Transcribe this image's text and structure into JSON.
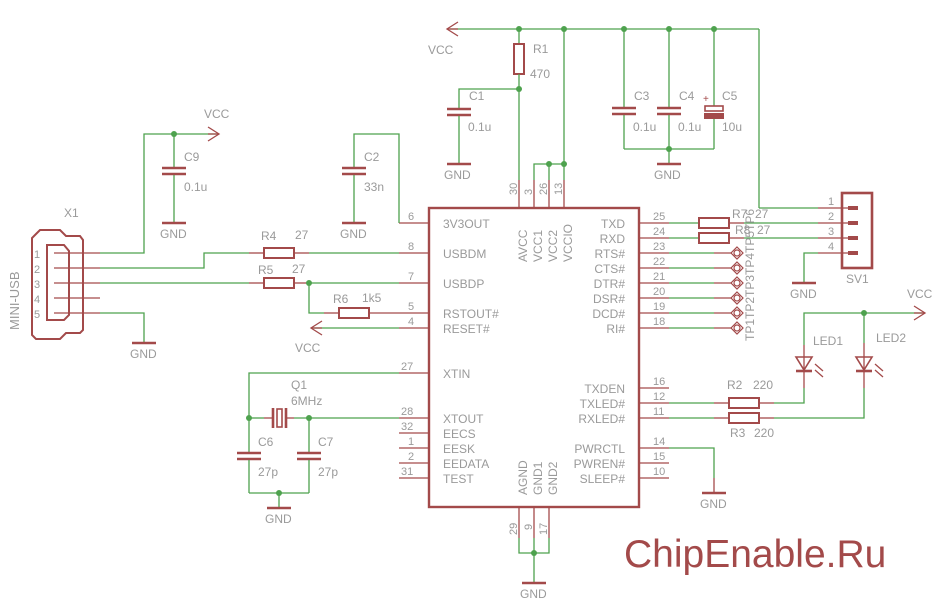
{
  "title": "FT232RL USB-UART adapter schematic",
  "watermark": "ChipEnable.Ru",
  "colors": {
    "wire": "#4ea24e",
    "part": "#a34a4a",
    "text": "#9a9a9a"
  },
  "nets": {
    "vcc": "VCC",
    "gnd": "GND"
  },
  "connector_x1": {
    "name": "X1",
    "type": "MINI-USB",
    "pins": [
      "1",
      "2",
      "3",
      "4",
      "5"
    ]
  },
  "ic": {
    "left_pins": [
      {
        "num": "6",
        "name": "3V3OUT"
      },
      {
        "num": "8",
        "name": "USBDM"
      },
      {
        "num": "7",
        "name": "USBDP"
      },
      {
        "num": "5",
        "name": "RSTOUT#"
      },
      {
        "num": "4",
        "name": "RESET#"
      },
      {
        "num": "27",
        "name": "XTIN"
      },
      {
        "num": "28",
        "name": "XTOUT"
      },
      {
        "num": "32",
        "name": "EECS"
      },
      {
        "num": "1",
        "name": "EESK"
      },
      {
        "num": "2",
        "name": "EEDATA"
      },
      {
        "num": "31",
        "name": "TEST"
      }
    ],
    "right_pins": [
      {
        "num": "25",
        "name": "TXD"
      },
      {
        "num": "24",
        "name": "RXD"
      },
      {
        "num": "23",
        "name": "RTS#"
      },
      {
        "num": "22",
        "name": "CTS#"
      },
      {
        "num": "21",
        "name": "DTR#"
      },
      {
        "num": "20",
        "name": "DSR#"
      },
      {
        "num": "19",
        "name": "DCD#"
      },
      {
        "num": "18",
        "name": "RI#"
      },
      {
        "num": "16",
        "name": "TXDEN"
      },
      {
        "num": "12",
        "name": "TXLED#"
      },
      {
        "num": "11",
        "name": "RXLED#"
      },
      {
        "num": "14",
        "name": "PWRCTL"
      },
      {
        "num": "15",
        "name": "PWREN#"
      },
      {
        "num": "10",
        "name": "SLEEP#"
      }
    ],
    "top_pins": [
      {
        "num": "30",
        "name": "AVCC"
      },
      {
        "num": "3",
        "name": "VCC1"
      },
      {
        "num": "26",
        "name": "VCC2"
      },
      {
        "num": "13",
        "name": "VCCIO"
      }
    ],
    "bottom_pins": [
      {
        "num": "29",
        "name": "AGND"
      },
      {
        "num": "9",
        "name": "GND1"
      },
      {
        "num": "17",
        "name": "GND2"
      }
    ]
  },
  "parts": {
    "R1": {
      "name": "R1",
      "value": "470"
    },
    "R2": {
      "name": "R2",
      "value": "220"
    },
    "R3": {
      "name": "R3",
      "value": "220"
    },
    "R4": {
      "name": "R4",
      "value": "27"
    },
    "R5": {
      "name": "R5",
      "value": "27"
    },
    "R6": {
      "name": "R6",
      "value": "1k5"
    },
    "R7": {
      "name": "R7",
      "value": "27"
    },
    "R8": {
      "name": "R8",
      "value": "27"
    },
    "C1": {
      "name": "C1",
      "value": "0.1u"
    },
    "C2": {
      "name": "C2",
      "value": "33n"
    },
    "C3": {
      "name": "C3",
      "value": "0.1u"
    },
    "C4": {
      "name": "C4",
      "value": "0.1u"
    },
    "C5": {
      "name": "C5",
      "value": "10u"
    },
    "C6": {
      "name": "C6",
      "value": "27p"
    },
    "C7": {
      "name": "C7",
      "value": "27p"
    },
    "C9": {
      "name": "C9",
      "value": "0.1u"
    },
    "Q1": {
      "name": "Q1",
      "value": "6MHz"
    },
    "LED1": {
      "name": "LED1"
    },
    "LED2": {
      "name": "LED2"
    },
    "SV1": {
      "name": "SV1",
      "pins": [
        "1",
        "2",
        "3",
        "4"
      ]
    },
    "testpoints": "TP1TP2TP3TP4TP5TP6"
  }
}
